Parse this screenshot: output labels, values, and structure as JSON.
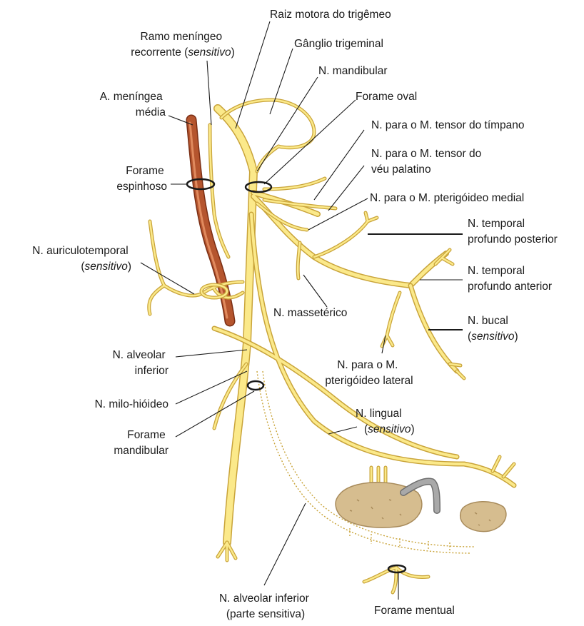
{
  "labels": {
    "raiz_motora": "Raiz motora do trigêmeo",
    "ramo_meningeo_1": "Ramo meníngeo",
    "ramo_meningeo_2": "recorrente (",
    "ramo_meningeo_2_it": "sensitivo",
    "ramo_meningeo_2_end": ")",
    "ganglio": "Gânglio trigeminal",
    "n_mandibular": "N. mandibular",
    "a_meningea_1": "A. meníngea",
    "a_meningea_2": "média",
    "forame_oval": "Forame oval",
    "tensor_timpano": "N. para o M. tensor do tímpano",
    "tensor_veu_1": "N. para o M. tensor do",
    "tensor_veu_2": "véu palatino",
    "forame_espinhoso_1": "Forame",
    "forame_espinhoso_2": "espinhoso",
    "pterigoideo_medial": "N. para o M. pterigóideo medial",
    "temporal_post_1": "N. temporal",
    "temporal_post_2": "profundo posterior",
    "auriculotemporal_1": "N. auriculotemporal",
    "auriculotemporal_2_open": "(",
    "auriculotemporal_2_it": "sensitivo",
    "auriculotemporal_2_close": ")",
    "temporal_ant_1": "N. temporal",
    "temporal_ant_2": "profundo anterior",
    "massetérico": "N. massetérico",
    "bucal_1": "N. bucal",
    "bucal_2_open": "(",
    "bucal_2_it": "sensitivo",
    "bucal_2_close": ")",
    "alveolar_inf_1": "N. alveolar",
    "alveolar_inf_2": "inferior",
    "pterigoideo_lat_1": "N. para o M.",
    "pterigoideo_lat_2": "pterigóideo lateral",
    "milo_hioideo": "N. milo-hióideo",
    "lingual_1": "N. lingual",
    "lingual_2_open": "(",
    "lingual_2_it": "sensitivo",
    "lingual_2_close": ")",
    "forame_mandibular_1": "Forame",
    "forame_mandibular_2": "mandibular",
    "alveolar_sens_1": "N. alveolar inferior",
    "alveolar_sens_2": "(parte sensitiva)",
    "forame_mentual": "Forame mentual"
  },
  "colors": {
    "nerve_fill": "#fbe98a",
    "nerve_outline": "#c9a43a",
    "artery": "#b5552e",
    "artery_highlight": "#e08a5e",
    "gland": "#d6bd8f",
    "duct": "#a9a9a9",
    "leader": "#1a1a1a"
  }
}
